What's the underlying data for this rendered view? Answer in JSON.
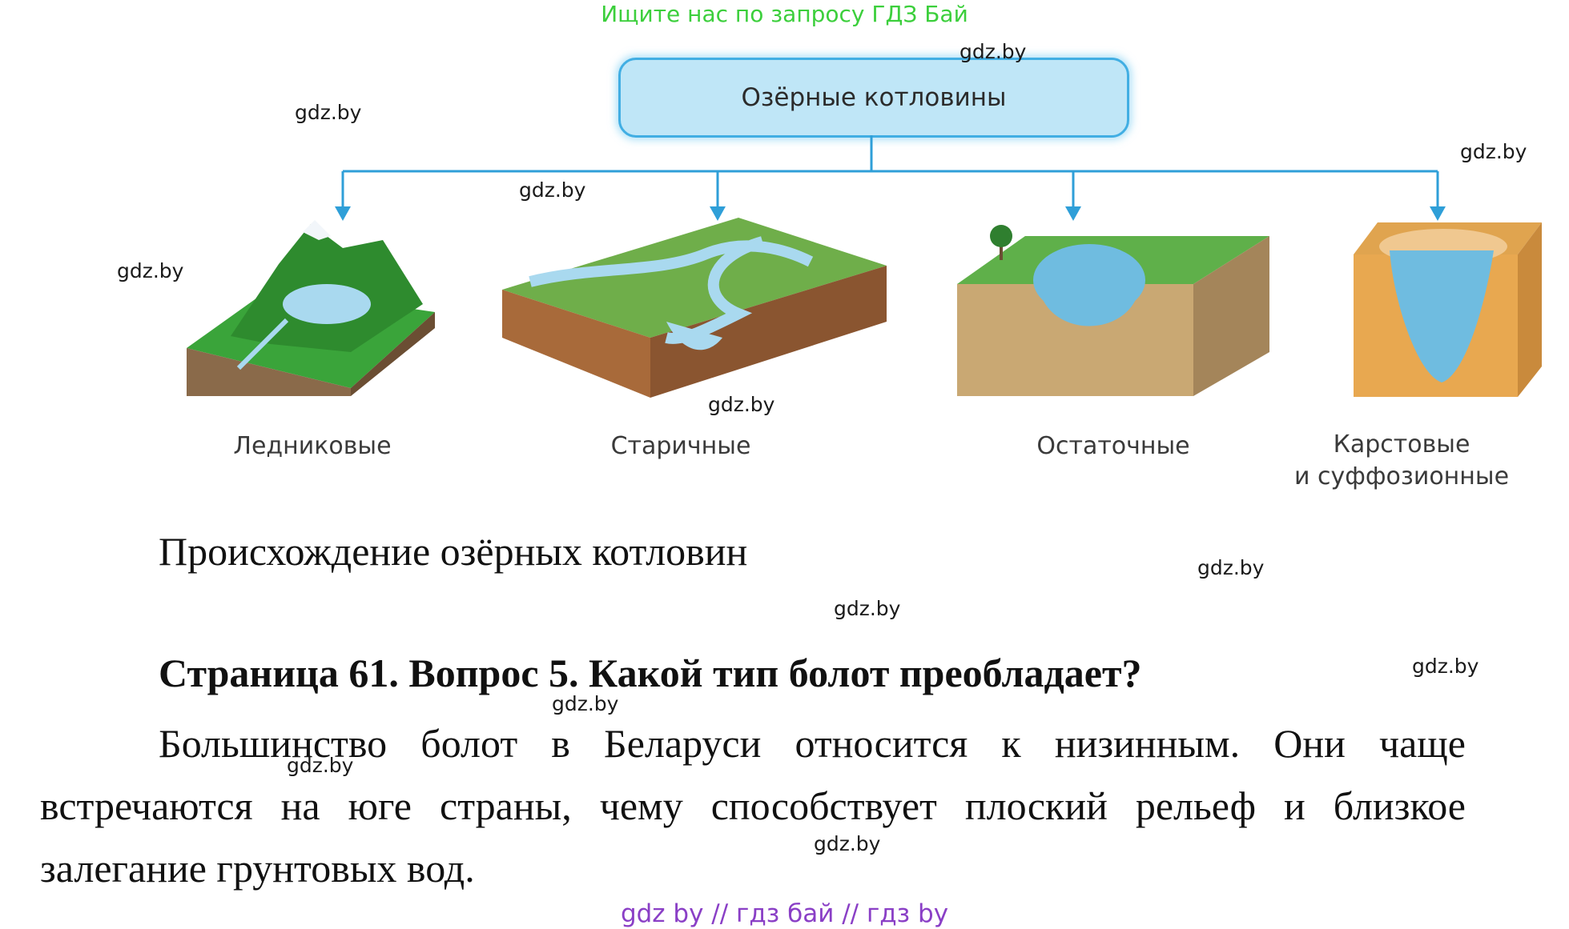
{
  "banner": "Ищите нас по запросу ГДЗ Бай",
  "diagram": {
    "root": "Озёрные котловины",
    "categories": [
      {
        "label": "Ледниковые"
      },
      {
        "label": "Старичные"
      },
      {
        "label": "Остаточные"
      },
      {
        "label": "Карстовые\nи суффозионные"
      }
    ]
  },
  "caption": "Происхождение озёрных котловин",
  "question": "Страница 61. Вопрос 5. Какой тип болот преобладает?",
  "answer": "Большинство болот в Беларуси относится к низинным. Они чаще встречаются на юге страны, чему способствует плоский рельеф и близкое залегание грунтовых вод.",
  "watermark": "gdz.by",
  "footer": "gdz by  //  гдз бай  //  гдз by"
}
